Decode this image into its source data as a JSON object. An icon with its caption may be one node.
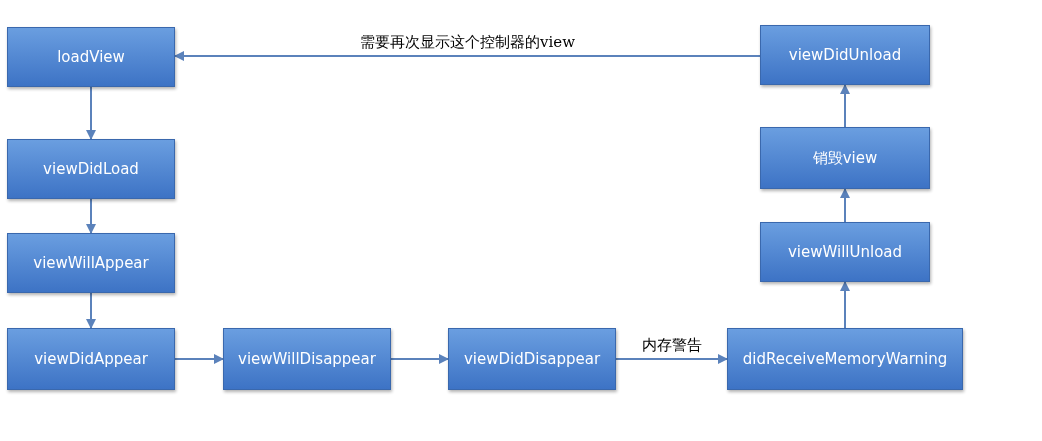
{
  "diagram": {
    "nodes": [
      {
        "text": [
          "loadView"
        ]
      },
      {
        "text": [
          "viewDidLoad"
        ]
      },
      {
        "text": [
          "viewWillAppear"
        ]
      },
      {
        "text": [
          "viewDidAppear"
        ]
      },
      {
        "text": [
          "viewWillDisappear"
        ]
      },
      {
        "text": [
          "viewDidDisappear"
        ]
      },
      {
        "text": [
          "didReceiveMemoryWarning"
        ]
      },
      {
        "text": [
          "viewWillUnload"
        ]
      },
      {
        "text": [
          "销毁view"
        ]
      },
      {
        "text": [
          "viewDidUnload"
        ]
      }
    ],
    "edges": [
      {
        "from": 0,
        "to": 1,
        "arrow": "to"
      },
      {
        "from": 1,
        "to": 2,
        "arrow": "to"
      },
      {
        "from": 2,
        "to": 3,
        "arrow": "to"
      },
      {
        "from": 3,
        "to": 4,
        "arrow": "to"
      },
      {
        "from": 4,
        "to": 5,
        "arrow": "to"
      },
      {
        "from": 5,
        "to": 6,
        "arrow": "to",
        "label": "内存警告"
      },
      {
        "from": 6,
        "to": 7,
        "arrow": "to"
      },
      {
        "from": 7,
        "to": 8,
        "arrow": "to"
      },
      {
        "from": 8,
        "to": 9,
        "arrow": "to"
      },
      {
        "from": 9,
        "to": 0,
        "arrow": "to",
        "label": "需要再次显示这个控制器的view"
      }
    ]
  }
}
